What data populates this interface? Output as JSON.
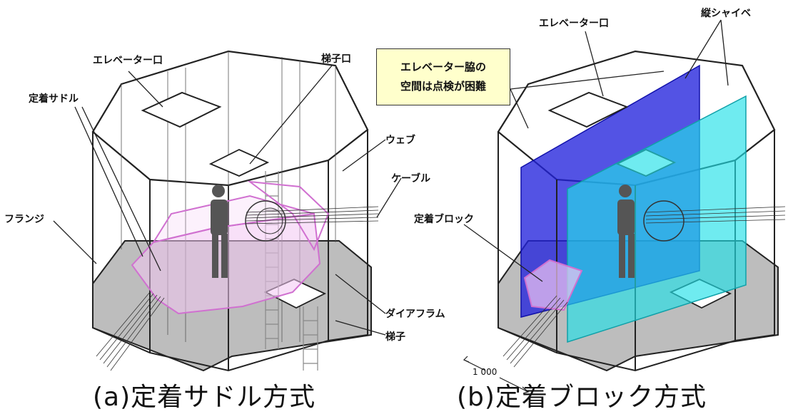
{
  "left": {
    "caption": "(a)定着サドル方式",
    "labels": {
      "elevator": "エレベーター口",
      "saddle": "定着サドル",
      "ladder_opening": "梯子口",
      "web": "ウェブ",
      "cable": "ケーブル",
      "flange": "フランジ",
      "diaphragm": "ダイアフラム",
      "ladder": "梯子"
    }
  },
  "right": {
    "caption": "(b)定着ブロック方式",
    "labels": {
      "elevator": "エレベーター口",
      "vertical_plates": "縦シャイベ",
      "block": "定着ブロック",
      "dimension": "1 000"
    },
    "callout": {
      "line1": "エレベーター脇の",
      "line2": "空間は点検が困難"
    }
  },
  "colors": {
    "saddle": "#e090e0",
    "plate_blue": "#2222dd",
    "plate_cyan": "#22e0e8",
    "floor_gray": "#bdbdbd",
    "figure": "#555555",
    "callout_bg": "#ffffcc"
  }
}
